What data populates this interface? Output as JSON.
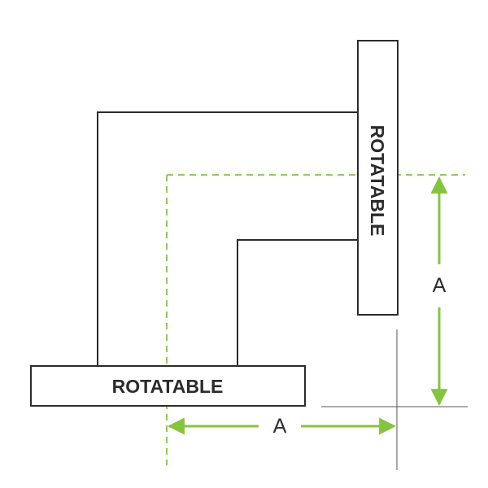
{
  "diagram": {
    "horizontal_block_label": "ROTATABLE",
    "vertical_block_label": "ROTATABLE",
    "horizontal_dimension_label": "A",
    "vertical_dimension_label": "A"
  },
  "colors": {
    "outline": "#2b2b2b",
    "dimension": "#86c440",
    "centerline": "#86c440",
    "background": "#ffffff"
  },
  "icons": {
    "horizontal_arrow": "double-headed-arrow-horizontal",
    "vertical_arrow": "double-headed-arrow-vertical"
  }
}
